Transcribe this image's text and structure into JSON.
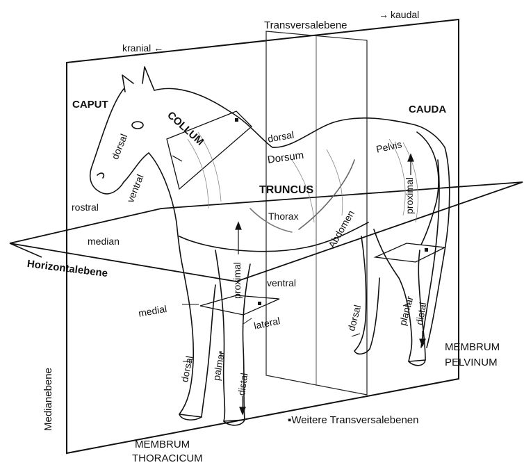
{
  "planes": {
    "transversal": "Transversalebene",
    "horizontal": "Horizontalebene",
    "median": "Medianebene",
    "weitere": "Weitere Transversalebenen",
    "marker": "▪"
  },
  "directions": {
    "kaudal": "kaudal",
    "kranial": "kranial",
    "arrow_right": "→",
    "arrow_left": "←"
  },
  "regions": {
    "caput": "CAPUT",
    "collum": "COLLUM",
    "cauda": "CAUDA",
    "truncus": "TRUNCUS",
    "dorsum": "Dorsum",
    "thorax": "Thorax",
    "abdomen": "Abdomen",
    "pelvis": "Pelvis",
    "membrum_thoracicum_1": "MEMBRUM",
    "membrum_thoracicum_2": "THORACICUM",
    "membrum_pelvinum_1": "MEMBRUM",
    "membrum_pelvinum_2": "PELVINUM"
  },
  "terms": {
    "dorsal_head": "dorsal",
    "ventral_head": "ventral",
    "rostral": "rostral",
    "median": "median",
    "dorsal_back": "dorsal",
    "proximal_hind": "proximal",
    "proximal_fore": "proximal",
    "ventral_body": "ventral",
    "medial": "medial",
    "lateral": "lateral",
    "dorsal_foreleg": "dorsal",
    "palmar": "palmar",
    "distal_fore": "distal",
    "dorsal_hindleg": "dorsal",
    "plantar": "plantar",
    "distal_hind": "distal"
  }
}
